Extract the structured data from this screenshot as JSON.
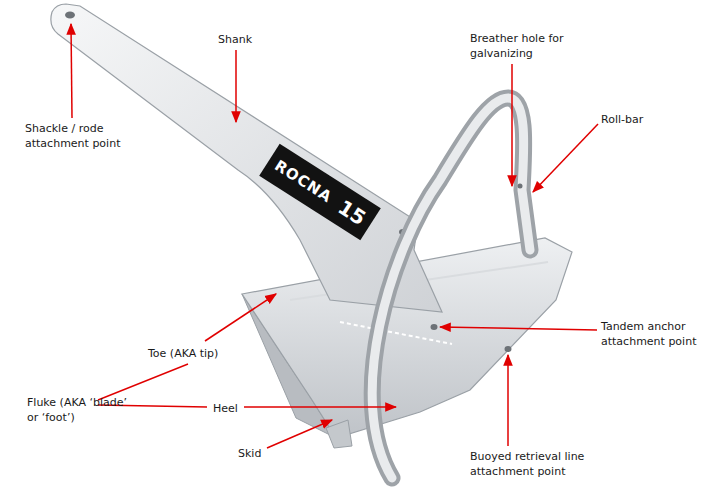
{
  "diagram": {
    "labels": [
      "Shank",
      "Breather hole for galvanizing",
      "Roll-bar",
      "Shackle / rode attachment point",
      "ROCNA",
      "15",
      "Tandem anchor attachment point",
      "Toe (AKA tip)",
      "Fluke (AKA ‘blade’ or ‘foot’)",
      "Heel",
      "Skid",
      "Buoyed retrieval line attachment point"
    ]
  }
}
